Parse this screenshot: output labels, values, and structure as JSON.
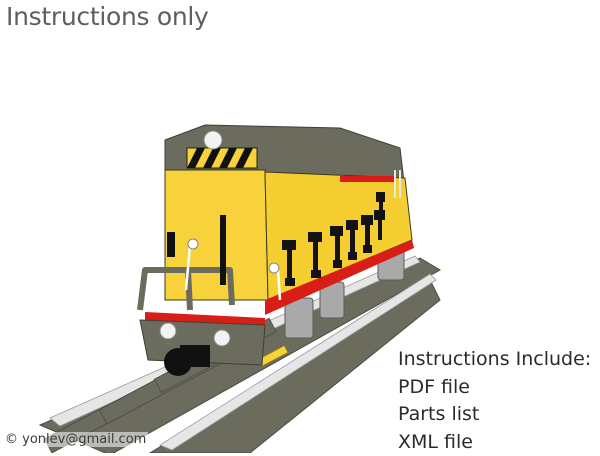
{
  "title": "Instructions only",
  "includes": {
    "heading": "Instructions Include:",
    "items": [
      "PDF file",
      "Parts list",
      "XML file"
    ]
  },
  "credit": "© yonlev@gmail.com",
  "illustration": {
    "subject": "LEGO diesel locomotive on track",
    "colors": {
      "body_yellow": "#f7d23a",
      "roof_gray": "#6b6b5e",
      "stripe_red": "#d81e16",
      "black": "#141414",
      "rail_white": "#e8e8e8",
      "light_gray": "#b9b9b9"
    }
  }
}
